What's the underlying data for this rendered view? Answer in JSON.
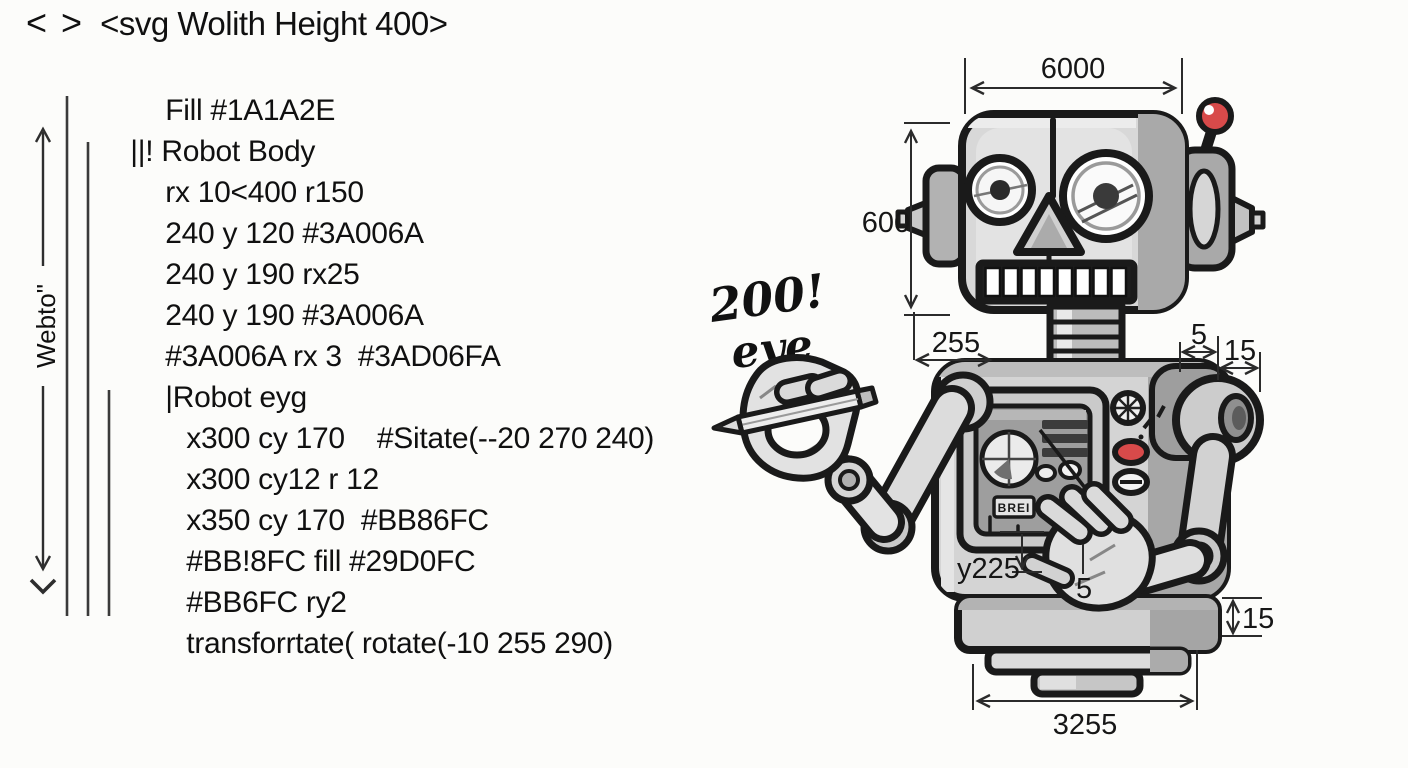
{
  "editor": {
    "nav_back": "<",
    "nav_forward": ">",
    "title": "<svg Wolith Height 400>",
    "vertical_label": "Webto\"",
    "lines": [
      {
        "text": "Fill #1A1A2E",
        "indent": 2
      },
      {
        "text": "||! Robot Body",
        "indent": 1
      },
      {
        "text": "rx 10<400 r150",
        "indent": 2
      },
      {
        "text": "240 y 120 #3A006A",
        "indent": 2
      },
      {
        "text": "240 y 190 rx25",
        "indent": 2
      },
      {
        "text": "240 y 190 #3A006A",
        "indent": 2
      },
      {
        "text": "#3A006A rx 3  #3AD06FA",
        "indent": 2
      },
      {
        "text": "|Robot eyg",
        "indent": 2
      },
      {
        "text": "x300 cy 170    #Sitate(--20 270 240)",
        "indent": 3
      },
      {
        "text": "x300 cy12 r 12",
        "indent": 3
      },
      {
        "text": "x350 cy 170  #BB86FC",
        "indent": 3
      },
      {
        "text": "#BB!8FC fill #29D0FC",
        "indent": 3
      },
      {
        "text": "#BB6FC ry2",
        "indent": 3
      },
      {
        "text": "transforrtate( rotate(-10 255 290)",
        "indent": 3
      }
    ]
  },
  "drawing": {
    "note_line1": "200!",
    "note_line2": "eye",
    "panel_label": "BREI",
    "dim_head_width": "6000",
    "dim_head_height": "600",
    "dim_shoulder": "255",
    "dim_joint_gap": "5",
    "dim_joint_cap": "15",
    "dim_hand_drop": "y225",
    "dim_hand_offset": "5",
    "dim_base_lip": "15",
    "dim_base_width": "3255",
    "accent_red": "#d84a4a"
  }
}
